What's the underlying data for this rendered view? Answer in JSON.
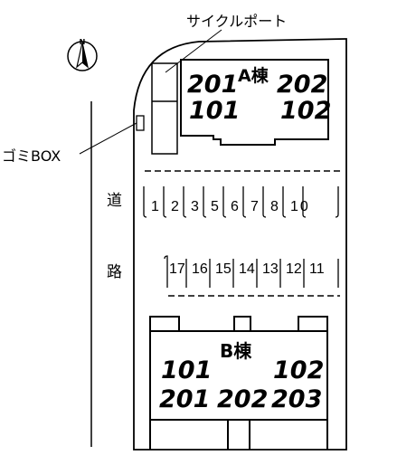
{
  "labels": {
    "compass": "N",
    "cycle_port": "サイクルポート",
    "garbage_box": "ゴミBOX",
    "road_char1": "道",
    "road_char2": "路"
  },
  "building_a": {
    "name": "A棟",
    "rooms_top": [
      "201",
      "202"
    ],
    "rooms_bottom": [
      "101",
      "102"
    ]
  },
  "building_b": {
    "name": "B棟",
    "rooms_top": [
      "101",
      "102"
    ],
    "rooms_bottom": [
      "201",
      "202",
      "203"
    ]
  },
  "parking_top": [
    "1",
    "2",
    "3",
    "5",
    "6",
    "7",
    "8",
    "10"
  ],
  "parking_bottom": [
    "17",
    "16",
    "15",
    "14",
    "13",
    "12",
    "11"
  ]
}
